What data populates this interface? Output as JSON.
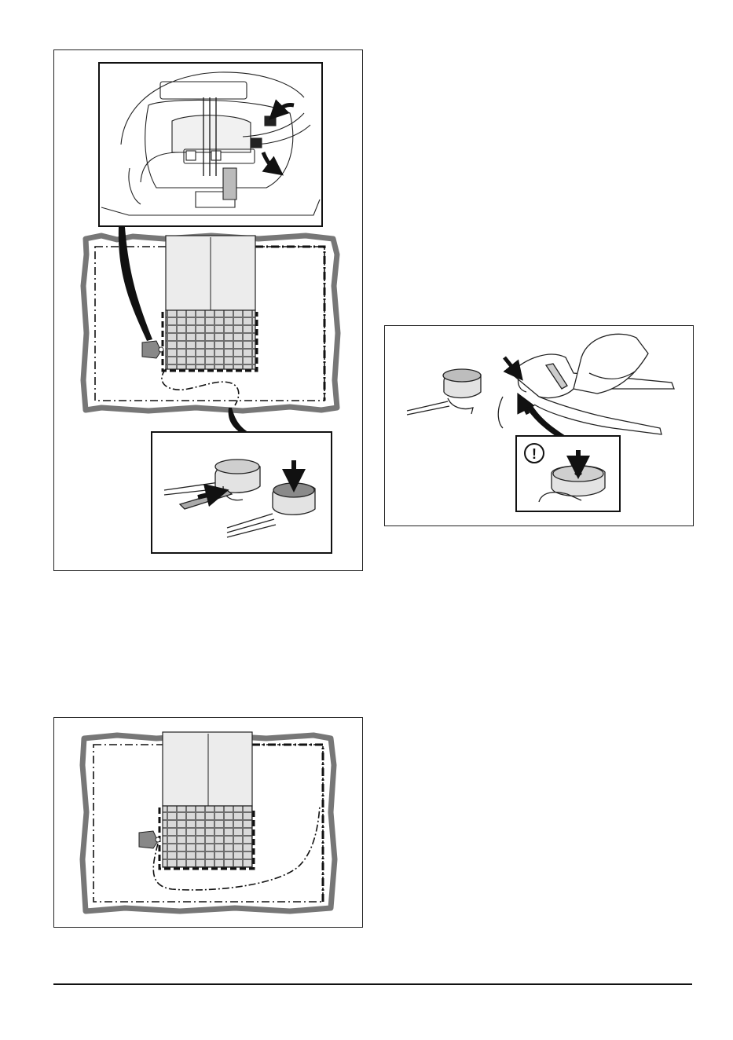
{
  "page": {
    "figures": [
      {
        "id": "fig-lawn-connection",
        "content": "illustration"
      },
      {
        "id": "fig-connector-pliers",
        "content": "illustration"
      },
      {
        "id": "fig-lawn-boundary",
        "content": "illustration"
      }
    ],
    "warning_symbol": "!",
    "icons": [
      "exclamation-circle-icon",
      "arrow-down-icon",
      "arrow-right-icon"
    ]
  }
}
